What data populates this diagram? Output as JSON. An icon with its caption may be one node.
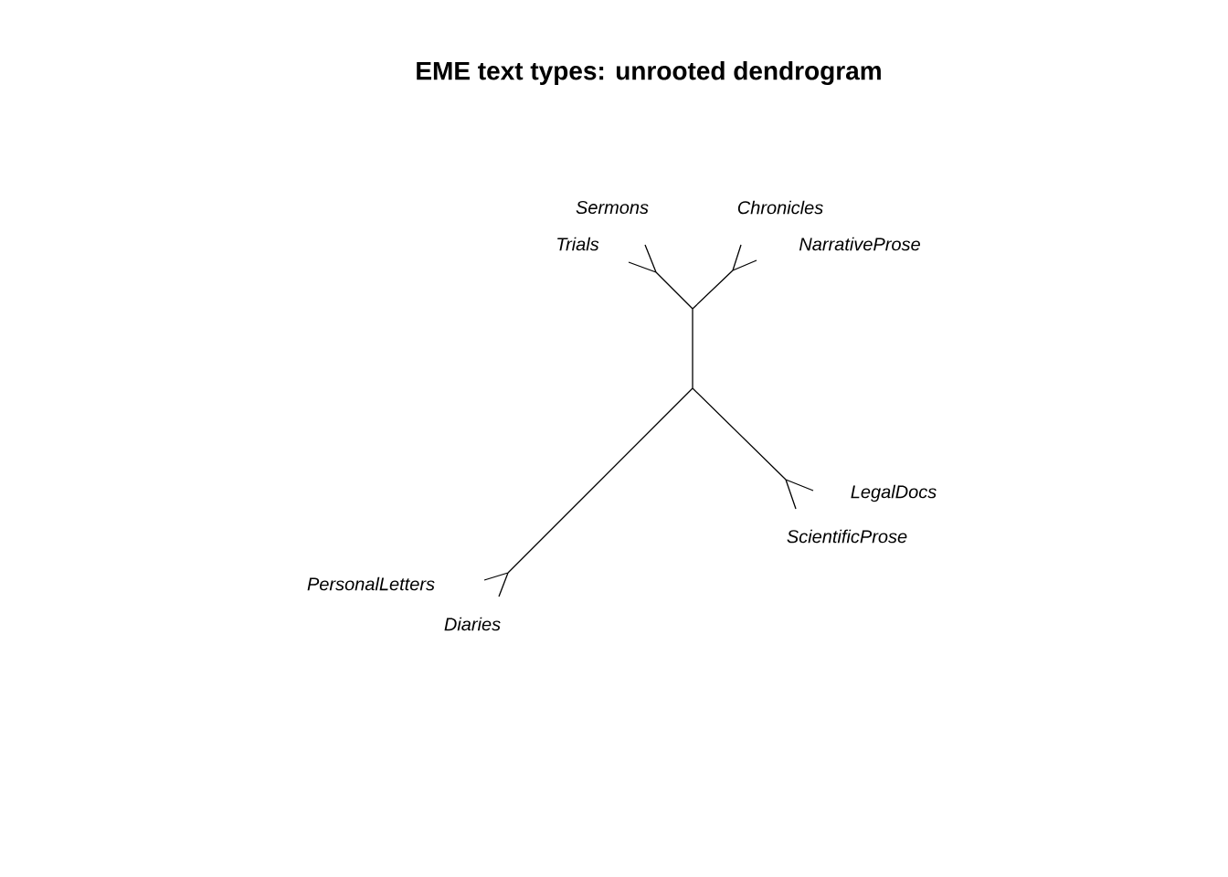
{
  "diagram": {
    "title": "EME text types: unrooted dendrogram",
    "labels": [
      "Sermons",
      "Chronicles",
      "Trials",
      "NarrativeProse",
      "LegalDocs",
      "ScientificProse",
      "PersonalLetters",
      "Diaries"
    ]
  }
}
